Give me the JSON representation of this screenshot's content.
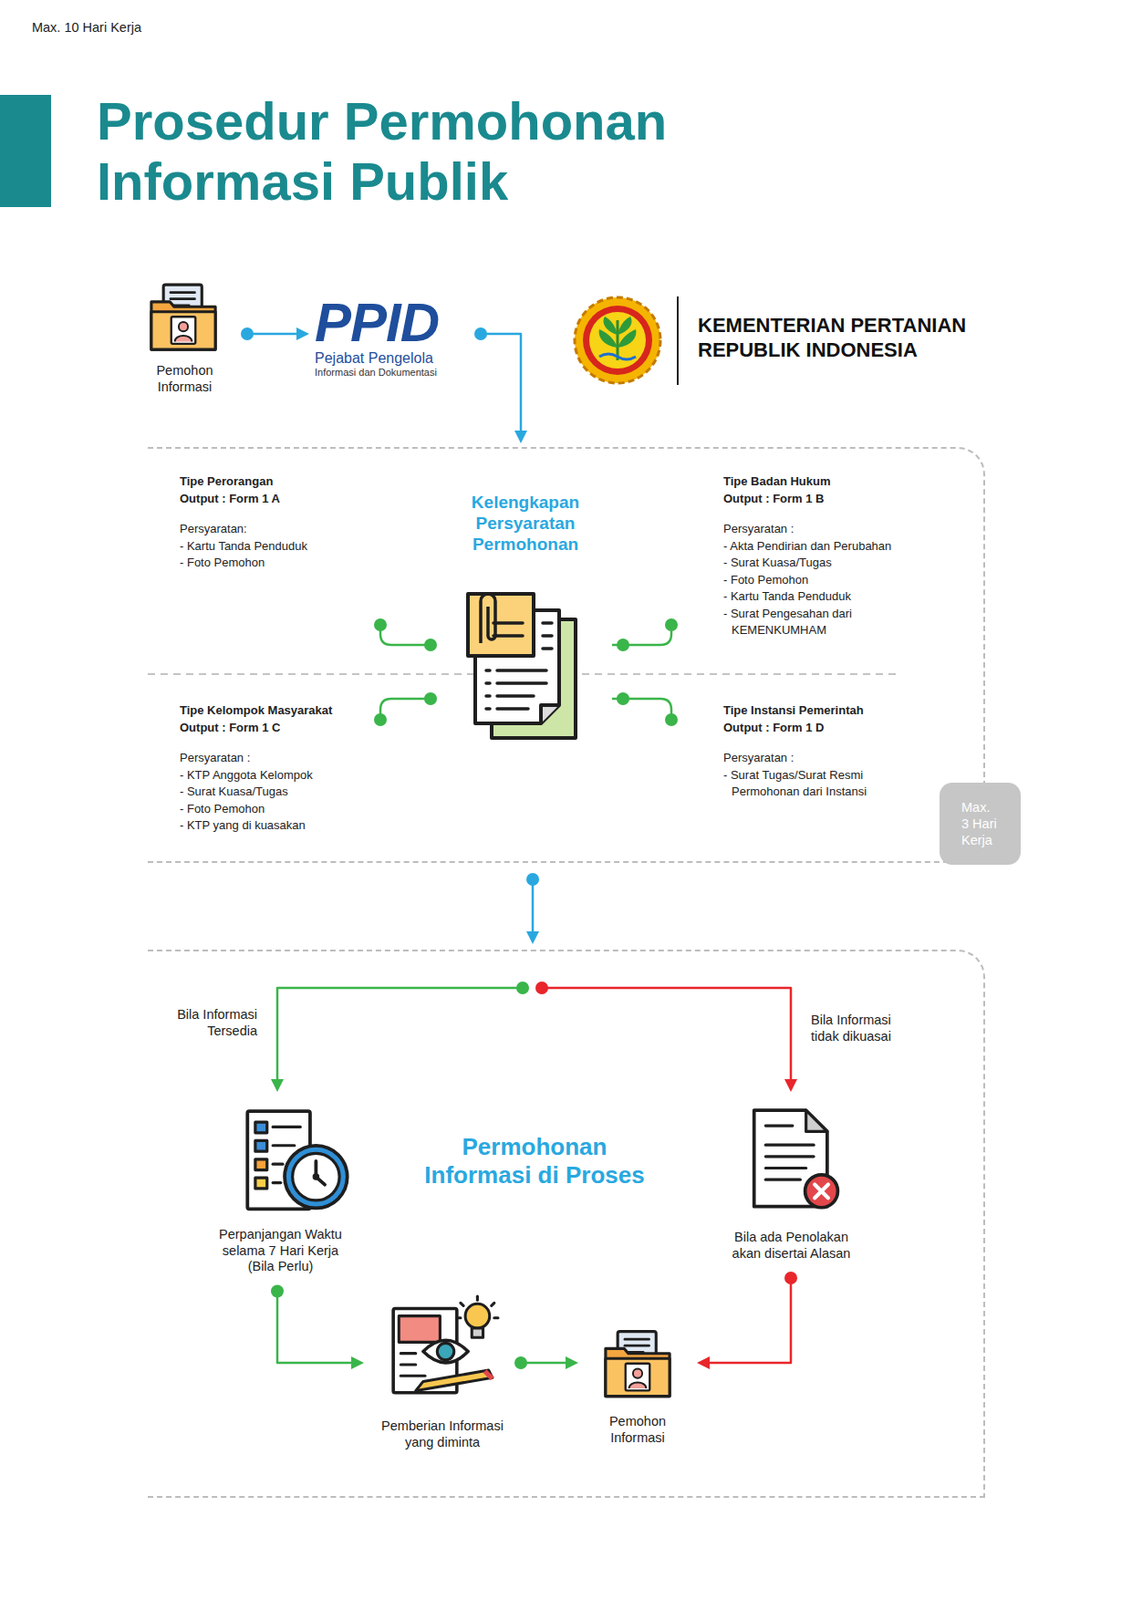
{
  "diagram": {
    "title": "Prosedur Permohonan Informasi Publik",
    "nodes": [
      {
        "text": [
          "Pemohon Informasi"
        ]
      },
      {
        "text": [
          "PPID",
          "Pejabat Pengelola",
          "Informasi dan Dokumentasi"
        ]
      },
      {
        "text": [
          "Kelengkapan Persyaratan Permohonan"
        ]
      },
      {
        "text": [
          "Tipe Perorangan",
          "Output : Form 1 A",
          "Persyaratan:",
          "- Kartu Tanda Penduduk",
          "- Foto Pemohon"
        ],
        "in": 2
      },
      {
        "text": [
          "Tipe Badan Hukum",
          "Output : Form 1 B",
          "Persyaratan :",
          "- Akta Pendirian dan Perubahan",
          "- Surat Kuasa/Tugas",
          "- Foto Pemohon",
          "- Kartu Tanda Penduduk",
          "- Surat Pengesahan dari KEMENKUMHAM"
        ],
        "in": 2
      },
      {
        "text": [
          "Tipe Kelompok Masyarakat",
          "Output : Form 1 C",
          "Persyaratan :",
          "- KTP Anggota Kelompok",
          "- Surat Kuasa/Tugas",
          "- Foto Pemohon",
          "- KTP yang di kuasakan"
        ],
        "in": 2
      },
      {
        "text": [
          "Tipe Instansi Pemerintah",
          "Output : Form 1 D",
          "Persyaratan :",
          "- Surat Tugas/Surat Resmi Permohonan dari Instansi"
        ],
        "in": 2
      },
      {
        "text": [
          "Max. 3 Hari Kerja"
        ],
        "in": 2
      },
      {
        "text": [
          "Permohonan Informasi di Proses"
        ]
      },
      {
        "text": [
          "Perpanjangan Waktu selama 7 Hari Kerja (Bila Perlu)"
        ],
        "in": 8
      },
      {
        "text": [
          "Bila ada Penolakan akan disertai Alasan"
        ],
        "in": 8
      },
      {
        "text": [
          "Pemberian Informasi yang diminta"
        ],
        "in": 8
      },
      {
        "text": [
          "Pemohon Informasi"
        ],
        "in": 8
      },
      {
        "text": [
          "Max. 10 Hari Kerja"
        ],
        "in": 8
      }
    ],
    "edges": [
      {
        "from": 0,
        "to": 1,
        "arrow": "to"
      },
      {
        "from": 1,
        "to": 2,
        "arrow": "to"
      },
      {
        "from": 2,
        "to": 8,
        "arrow": "to"
      },
      {
        "from": 8,
        "to": 9,
        "label": "Bila Informasi Tersedia",
        "arrow": "to"
      },
      {
        "from": 8,
        "to": 10,
        "label": "Bila Informasi tidak dikuasai",
        "arrow": "to"
      },
      {
        "from": 9,
        "to": 11,
        "arrow": "to"
      },
      {
        "from": 11,
        "to": 12,
        "arrow": "to"
      },
      {
        "from": 10,
        "to": 12,
        "arrow": "to"
      }
    ],
    "labels": [
      "KEMENTERIAN PERTANIAN REPUBLIK INDONESIA"
    ]
  }
}
